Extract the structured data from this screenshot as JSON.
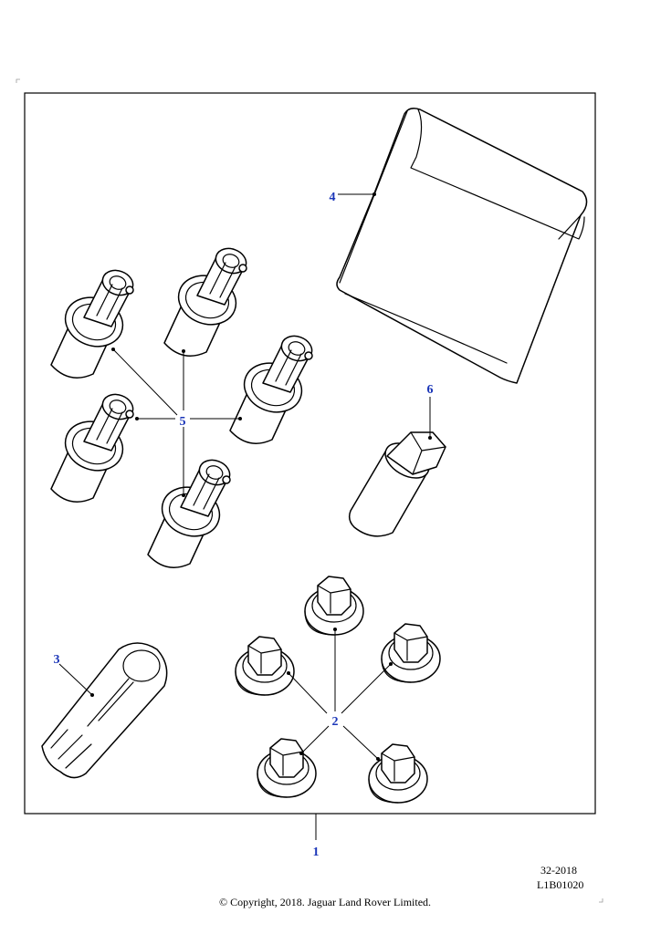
{
  "diagram": {
    "callouts": {
      "kit": "1",
      "wheel_nut": "2",
      "key_tool": "3",
      "pouch": "4",
      "locking_nut": "5",
      "socket_adapter": "6"
    },
    "colors": {
      "callout": "#1a35b8",
      "line": "#000000",
      "background": "#ffffff"
    }
  },
  "footer": {
    "date_code": "32-2018",
    "illustration_id": "L1B01020",
    "copyright": "© Copyright, 2018. Jaguar Land Rover Limited."
  }
}
